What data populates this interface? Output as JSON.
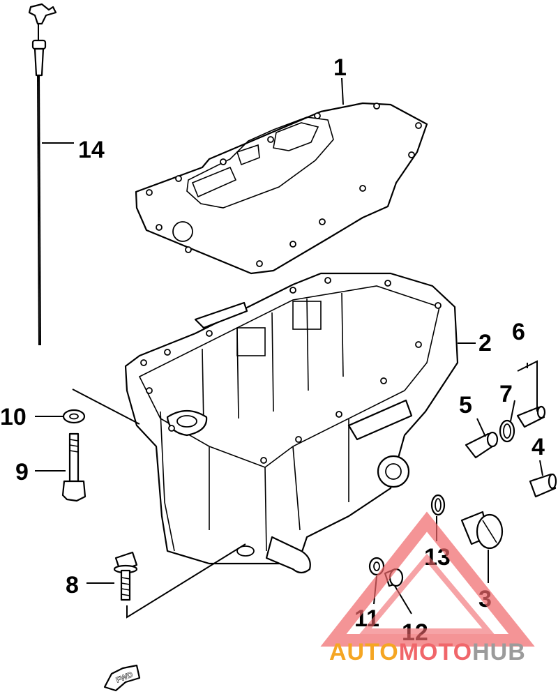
{
  "diagram": {
    "callouts": [
      {
        "id": "1",
        "label": "1"
      },
      {
        "id": "2",
        "label": "2"
      },
      {
        "id": "3",
        "label": "3"
      },
      {
        "id": "4",
        "label": "4"
      },
      {
        "id": "5",
        "label": "5"
      },
      {
        "id": "6",
        "label": "6"
      },
      {
        "id": "7",
        "label": "7"
      },
      {
        "id": "8",
        "label": "8"
      },
      {
        "id": "9",
        "label": "9"
      },
      {
        "id": "10",
        "label": "10"
      },
      {
        "id": "11",
        "label": "11"
      },
      {
        "id": "12",
        "label": "12"
      },
      {
        "id": "13",
        "label": "13"
      },
      {
        "id": "14",
        "label": "14"
      }
    ],
    "fwd_marker": "FWD"
  },
  "watermark": {
    "part1": "AUTO",
    "part2": "MOTO",
    "part3": "HUB",
    "colors": {
      "auto": "#f5a623",
      "moto": "#f0666a",
      "hub": "#9b9b9b"
    }
  }
}
